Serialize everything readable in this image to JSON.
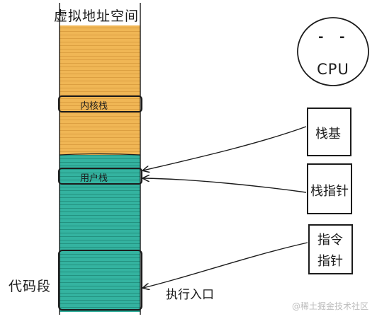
{
  "diagram": {
    "title": "虚拟地址空间",
    "kernel_stack_label": "内核栈",
    "user_stack_label": "用户栈",
    "code_segment_label": "代码段",
    "entry_label": "执行入口",
    "cpu": {
      "label": "CPU",
      "left_eye": "-",
      "right_eye": "-"
    },
    "registers": {
      "stack_base": "栈基",
      "stack_pointer": "栈指针",
      "instruction_pointer_line1": "指令",
      "instruction_pointer_line2": "指针"
    },
    "colors": {
      "kernel_region": "#f0b655",
      "user_region": "#34b3a0",
      "stripe_kernel": "#d79a3c",
      "stripe_user": "#1e8a78",
      "ink": "#1c1c1c"
    }
  },
  "watermark": "@稀土掘金技术社区"
}
